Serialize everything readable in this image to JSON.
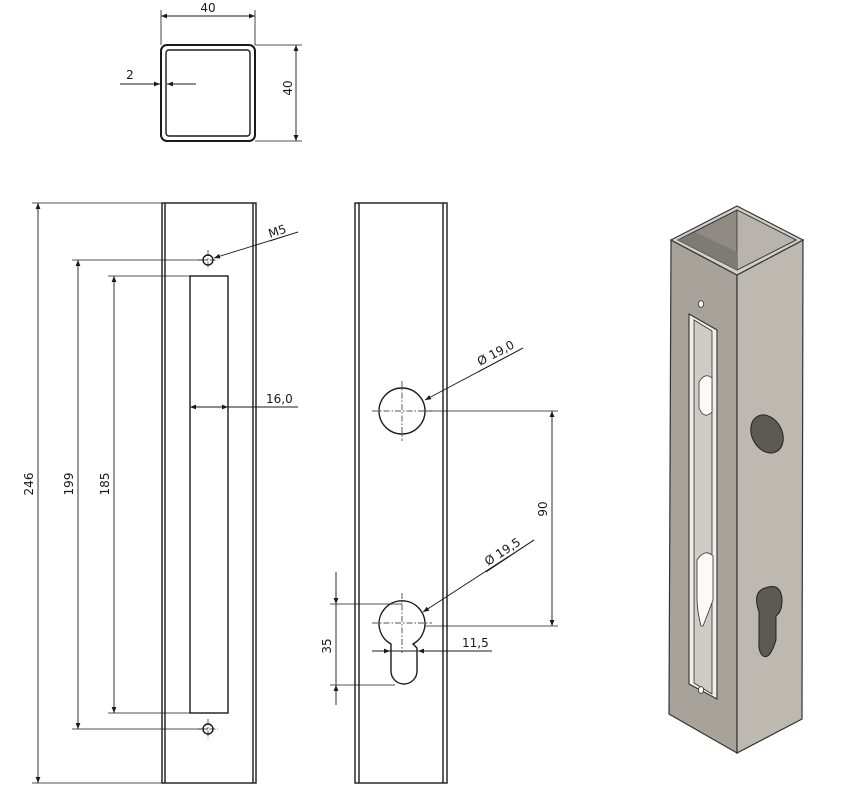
{
  "dimensions": {
    "profile_width": "40",
    "profile_height": "40",
    "wall_thickness": "2",
    "post_length": "246",
    "m5_spacing": "199",
    "slot_length": "185",
    "slot_width": "16,0",
    "thread": "M5",
    "hole_diameter": "Ø 19,0",
    "cylinder_diameter": "Ø 19,5",
    "hole_spacing": "90",
    "cylinder_depth": "35",
    "cylinder_width": "11,5"
  },
  "colors": {
    "line": "#1a1a1a",
    "metal_front": "#a7a39b",
    "metal_side": "#bdb9b1",
    "metal_top": "#d3d0ca",
    "metal_inner": "#8f8b84"
  }
}
